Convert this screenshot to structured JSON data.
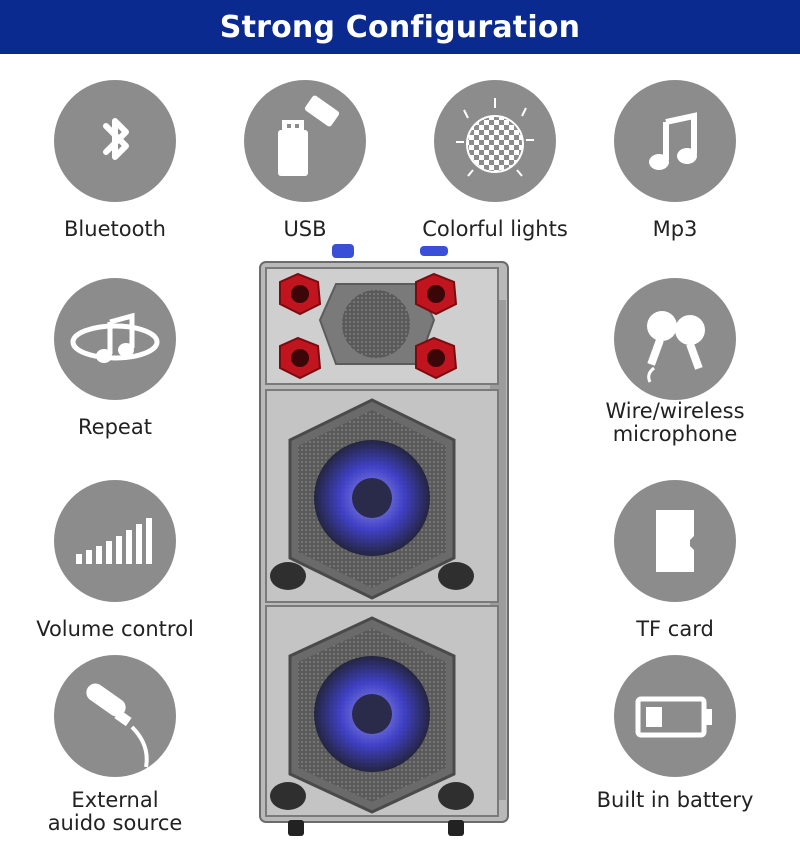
{
  "header": {
    "title": "Strong Configuration"
  },
  "features": {
    "bluetooth": {
      "label": "Bluetooth",
      "icon": "bluetooth-icon"
    },
    "usb": {
      "label": "USB",
      "icon": "usb-drive-icon"
    },
    "lights": {
      "label": "Colorful lights",
      "icon": "disco-ball-icon"
    },
    "mp3": {
      "label": "Mp3",
      "icon": "music-note-icon"
    },
    "repeat": {
      "label": "Repeat",
      "icon": "repeat-music-icon"
    },
    "microphone": {
      "label": "Wire/wireless\nmicrophone",
      "icon": "microphone-icon"
    },
    "volume": {
      "label": "Volume control",
      "icon": "volume-bars-icon"
    },
    "tfcard": {
      "label": "TF card",
      "icon": "sd-card-icon"
    },
    "audio": {
      "label": "External\nauido source",
      "icon": "audio-jack-icon"
    },
    "battery": {
      "label": "Built in battery",
      "icon": "battery-icon"
    }
  },
  "colors": {
    "banner": "#0b2a8f",
    "icon_circle": "#8c8c8c",
    "icon_glyph": "#ffffff",
    "accent_red": "#c0151e",
    "led_blue": "#3a3bd8"
  }
}
